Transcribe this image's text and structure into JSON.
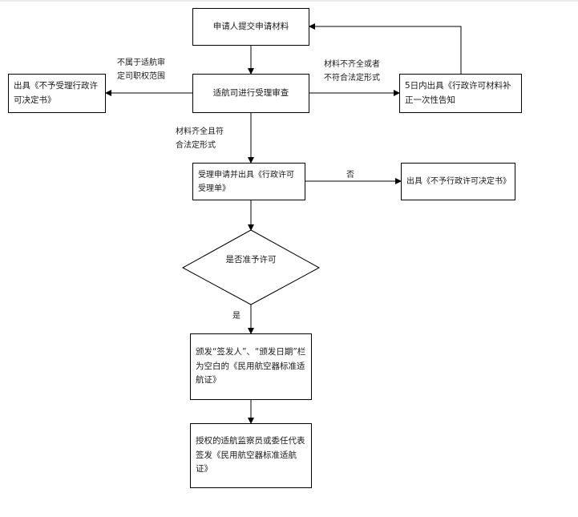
{
  "nodes": {
    "submit": "申请人提交申请材料",
    "review": "适航司进行受理审查",
    "reject_left": "出具《不予受理行政许可决定书》",
    "supplement": "5日内出具《行政许可材料补正一次性告知",
    "accept": "受理申请并出具《行政许可受理单》",
    "deny": "出具《不予行政许可决定书》",
    "decision": "是否准予许可",
    "issue_blank": "颁发“签发人”、“颁发日期”栏为空白的《民用航空器标准适航证》",
    "sign": "授权的适航监察员或委任代表签发《民用航空器标准适航证》"
  },
  "labels": {
    "not_in_scope": "不属于适航审\n定司职权范围",
    "incomplete": "材料不齐全或者\n不符合法定形式",
    "complete": "材料齐全且符\n合法定形式",
    "no": "否",
    "yes": "是"
  },
  "colors": {
    "line": "#000000",
    "background": "#ffffff"
  }
}
